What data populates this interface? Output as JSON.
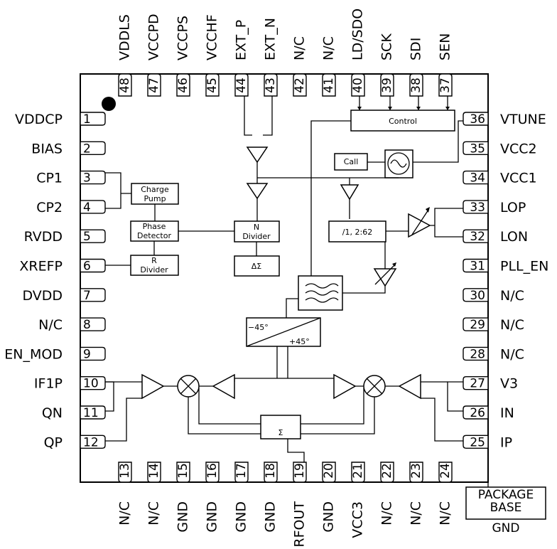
{
  "pins_top": [
    {
      "num": "48",
      "name": "VDDLS"
    },
    {
      "num": "47",
      "name": "VCCPD"
    },
    {
      "num": "46",
      "name": "VCCPS"
    },
    {
      "num": "45",
      "name": "VCCHF"
    },
    {
      "num": "44",
      "name": "EXT_P"
    },
    {
      "num": "43",
      "name": "EXT_N"
    },
    {
      "num": "42",
      "name": "N/C"
    },
    {
      "num": "41",
      "name": "N/C"
    },
    {
      "num": "40",
      "name": "LD/SDO"
    },
    {
      "num": "39",
      "name": "SCK"
    },
    {
      "num": "38",
      "name": "SDI"
    },
    {
      "num": "37",
      "name": "SEN"
    }
  ],
  "pins_left": [
    {
      "num": "1",
      "name": "VDDCP"
    },
    {
      "num": "2",
      "name": "BIAS"
    },
    {
      "num": "3",
      "name": "CP1"
    },
    {
      "num": "4",
      "name": "CP2"
    },
    {
      "num": "5",
      "name": "RVDD"
    },
    {
      "num": "6",
      "name": "XREFP"
    },
    {
      "num": "7",
      "name": "DVDD"
    },
    {
      "num": "8",
      "name": "N/C"
    },
    {
      "num": "9",
      "name": "EN_MOD"
    },
    {
      "num": "10",
      "name": "IF1P"
    },
    {
      "num": "11",
      "name": "QN"
    },
    {
      "num": "12",
      "name": "QP"
    }
  ],
  "pins_right": [
    {
      "num": "36",
      "name": "VTUNE"
    },
    {
      "num": "35",
      "name": "VCC2"
    },
    {
      "num": "34",
      "name": "VCC1"
    },
    {
      "num": "33",
      "name": "LOP"
    },
    {
      "num": "32",
      "name": "LON"
    },
    {
      "num": "31",
      "name": "PLL_EN"
    },
    {
      "num": "30",
      "name": "N/C"
    },
    {
      "num": "29",
      "name": "N/C"
    },
    {
      "num": "28",
      "name": "N/C"
    },
    {
      "num": "27",
      "name": "V3"
    },
    {
      "num": "26",
      "name": "IN"
    },
    {
      "num": "25",
      "name": "IP"
    }
  ],
  "pins_bottom": [
    {
      "num": "13",
      "name": "N/C"
    },
    {
      "num": "14",
      "name": "N/C"
    },
    {
      "num": "15",
      "name": "GND"
    },
    {
      "num": "16",
      "name": "GND"
    },
    {
      "num": "17",
      "name": "GND"
    },
    {
      "num": "18",
      "name": "GND"
    },
    {
      "num": "19",
      "name": "RFOUT"
    },
    {
      "num": "20",
      "name": "GND"
    },
    {
      "num": "21",
      "name": "VCC3"
    },
    {
      "num": "22",
      "name": "N/C"
    },
    {
      "num": "23",
      "name": "N/C"
    },
    {
      "num": "24",
      "name": "N/C"
    }
  ],
  "blocks": {
    "control": "Control",
    "cal": "Call",
    "charge_pump_1": "Charge",
    "charge_pump_2": "Pump",
    "phase_det_1": "Phase",
    "phase_det_2": "Detector",
    "r_div_1": "R",
    "r_div_2": "Divider",
    "n_div_1": "N",
    "n_div_2": "Divider",
    "delta_sigma": "ΔΣ",
    "divider_ratio": "/1, 2:62",
    "phase_minus": "−45°",
    "phase_plus": "+45°",
    "summer": "Σ"
  },
  "package": {
    "label_1": "PACKAGE",
    "label_2": "BASE",
    "gnd": "GND"
  }
}
